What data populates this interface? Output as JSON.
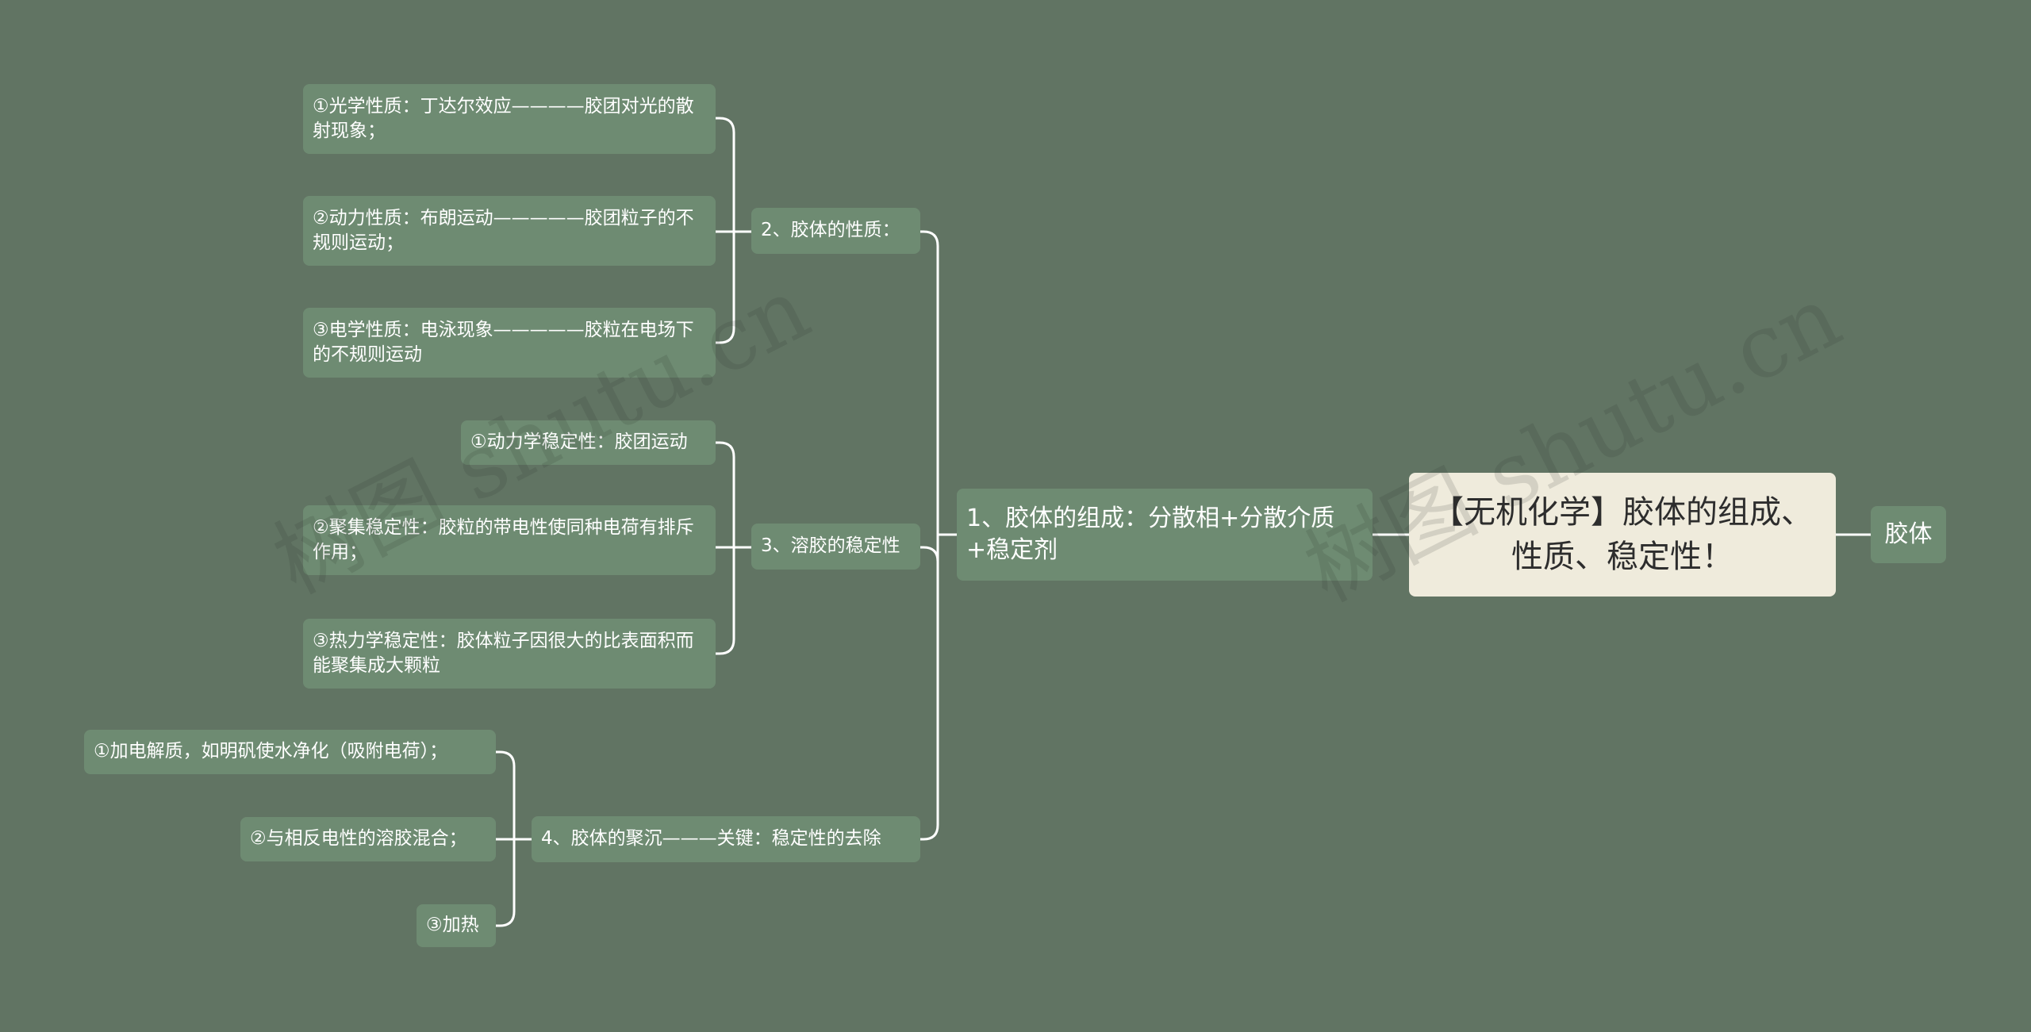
{
  "root": {
    "title": "【无机化学】胶体的组成、性质、稳定性！"
  },
  "tag": {
    "label": "胶体"
  },
  "main": {
    "label": "1、胶体的组成：分散相+分散介质+稳定剂"
  },
  "branches": [
    {
      "label": "2、胶体的性质：",
      "items": [
        "①光学性质：丁达尔效应————胶团对光的散射现象；",
        "②动力性质：布朗运动—————胶团粒子的不规则运动；",
        "③电学性质：电泳现象—————胶粒在电场下的不规则运动"
      ]
    },
    {
      "label": "3、溶胶的稳定性",
      "items": [
        "①动力学稳定性：胶团运动",
        "②聚集稳定性：胶粒的带电性使同种电荷有排斥作用；",
        "③热力学稳定性：胶体粒子因很大的比表面积而能聚集成大颗粒"
      ]
    },
    {
      "label": "4、胶体的聚沉———关键：稳定性的去除",
      "items": [
        "①加电解质，如明矾使水净化（吸附电荷）；",
        "②与相反电性的溶胶混合；",
        "③加热"
      ]
    }
  ],
  "watermark": "树图 shutu.cn",
  "colors": {
    "background": "#617463",
    "node": "#6e8b72",
    "root": "#efebdc",
    "line": "#ffffff"
  }
}
